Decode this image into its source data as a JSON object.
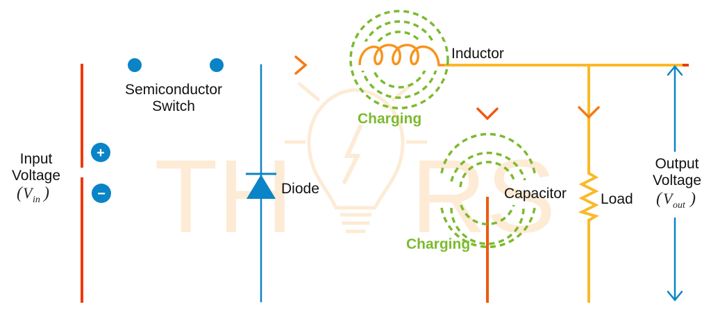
{
  "diagram": {
    "title": "Buck converter circuit - charging phase",
    "watermark": {
      "left": "TH",
      "right": "RS"
    },
    "labels": {
      "input_voltage_line1": "Input",
      "input_voltage_line2": "Voltage",
      "input_symbol": "V",
      "input_subscript": "in",
      "switch_line1": "Semiconductor",
      "switch_line2": "Switch",
      "diode": "Diode",
      "inductor": "Inductor",
      "inductor_state": "Charging",
      "capacitor": "Capacitor",
      "capacitor_state": "Charging",
      "load": "Load",
      "output_voltage_line1": "Output",
      "output_voltage_line2": "Voltage",
      "output_symbol": "V",
      "output_subscript": "out",
      "plus_sign": "+",
      "minus_sign": "−"
    },
    "colors": {
      "wire_red": "#ee3a0c",
      "wire_orange": "#f7941d",
      "wire_yellow": "#fbb828",
      "blue": "#0a84c6",
      "green": "#7cba2e",
      "watermark": "#fdebd6"
    }
  }
}
